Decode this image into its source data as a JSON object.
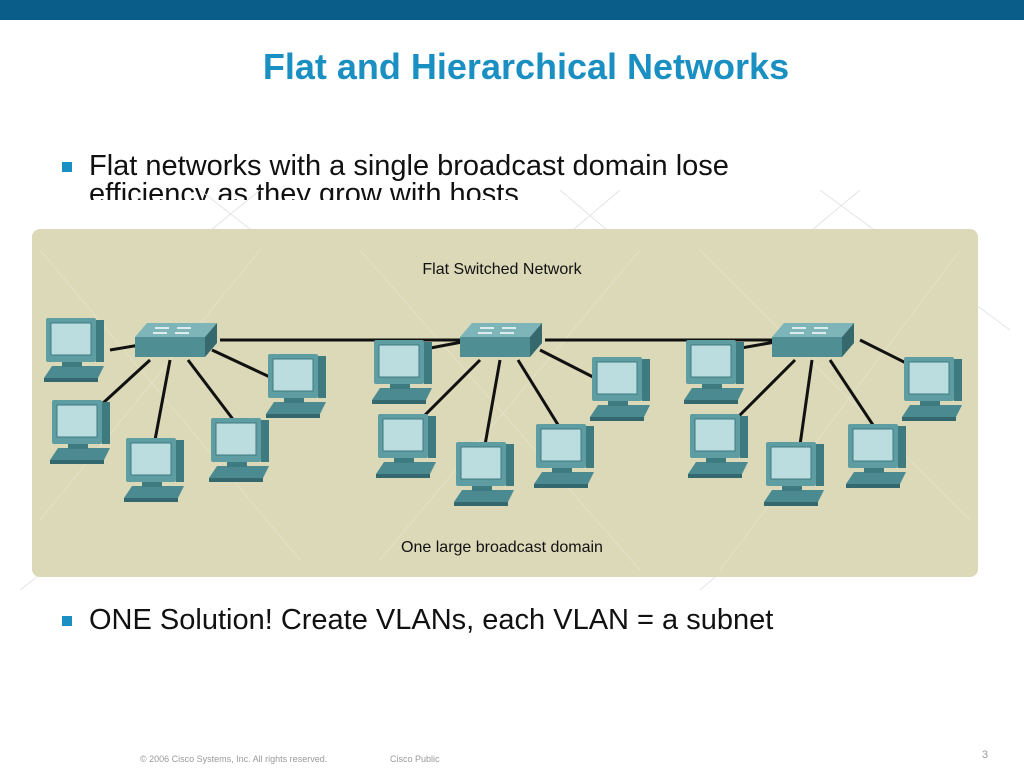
{
  "slide": {
    "title": "Flat and Hierarchical Networks",
    "bullets": [
      "Flat networks with a single broadcast domain lose",
      "ONE Solution! Create VLANs, each VLAN = a subnet"
    ],
    "clipped_line": "efficiency as they grow with hosts"
  },
  "diagram": {
    "title": "Flat Switched Network",
    "caption": "One large broadcast domain",
    "panel_color": "#dcd9b8",
    "device_color": "#5e9ea3",
    "switch_icon": "switch-icon",
    "computer_icon": "computer-icon"
  },
  "footer": {
    "copyright": "© 2006 Cisco Systems, Inc. All rights reserved.",
    "label": "Cisco Public",
    "page": "3"
  },
  "colors": {
    "top_bar": "#0a5d88",
    "title": "#1a8fc2",
    "bullet": "#1a8fc2"
  }
}
